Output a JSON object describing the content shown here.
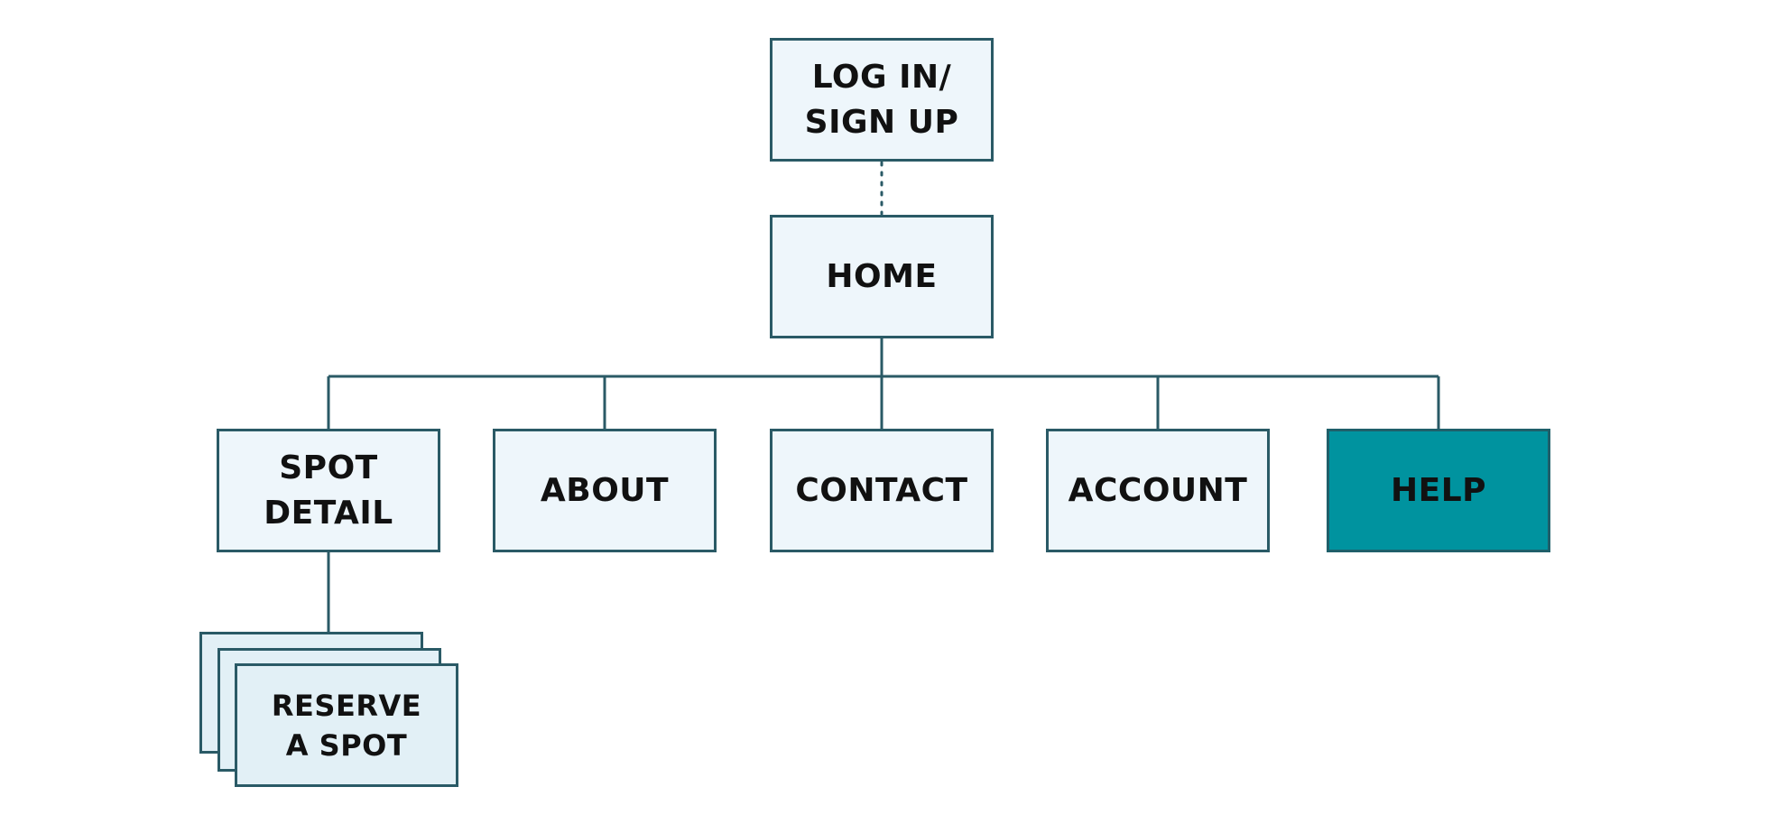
{
  "diagram": {
    "nodes": {
      "login": {
        "label": "LOG IN/\nSIGN UP"
      },
      "home": {
        "label": "HOME"
      },
      "spot": {
        "label": "SPOT\nDETAIL"
      },
      "about": {
        "label": "ABOUT"
      },
      "contact": {
        "label": "CONTACT"
      },
      "account": {
        "label": "ACCOUNT"
      },
      "help": {
        "label": "HELP"
      },
      "reserve": {
        "label": "RESERVE\nA SPOT"
      }
    },
    "edges": [
      {
        "from": "login",
        "to": "home",
        "style": "dotted"
      },
      {
        "from": "home",
        "to": "spot",
        "style": "solid"
      },
      {
        "from": "home",
        "to": "about",
        "style": "solid"
      },
      {
        "from": "home",
        "to": "contact",
        "style": "solid"
      },
      {
        "from": "home",
        "to": "account",
        "style": "solid"
      },
      {
        "from": "home",
        "to": "help",
        "style": "solid"
      },
      {
        "from": "spot",
        "to": "reserve",
        "style": "solid"
      }
    ],
    "colors": {
      "node_fill": "#eef6fb",
      "node_border": "#2a5a66",
      "highlight_fill": "#00939f",
      "line": "#2a5a66"
    }
  }
}
